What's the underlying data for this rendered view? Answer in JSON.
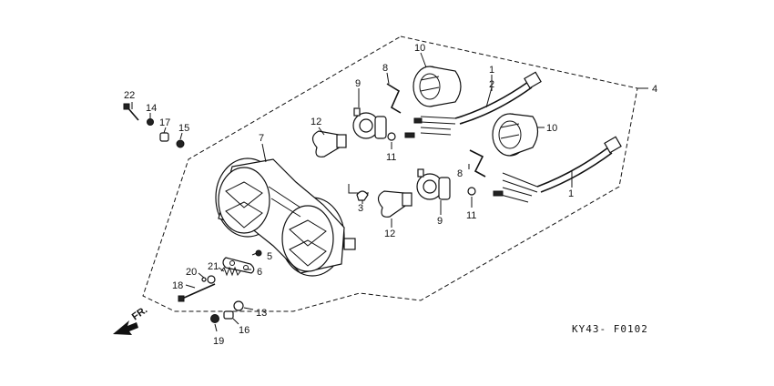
{
  "diagram": {
    "code": "KY43- F0102",
    "front_marker": "FR.",
    "callouts": [
      {
        "id": "c1a",
        "text": "1"
      },
      {
        "id": "c2",
        "text": "2"
      },
      {
        "id": "c4",
        "text": "4"
      },
      {
        "id": "c10a",
        "text": "10"
      },
      {
        "id": "c8a",
        "text": "8"
      },
      {
        "id": "c9a",
        "text": "9"
      },
      {
        "id": "c12a",
        "text": "12"
      },
      {
        "id": "c11a",
        "text": "11"
      },
      {
        "id": "c7",
        "text": "7"
      },
      {
        "id": "c22",
        "text": "22"
      },
      {
        "id": "c14",
        "text": "14"
      },
      {
        "id": "c17",
        "text": "17"
      },
      {
        "id": "c15",
        "text": "15"
      },
      {
        "id": "c10b",
        "text": "10"
      },
      {
        "id": "c8b",
        "text": "8"
      },
      {
        "id": "c1b",
        "text": "1"
      },
      {
        "id": "c3",
        "text": "3"
      },
      {
        "id": "c9b",
        "text": "9"
      },
      {
        "id": "c11b",
        "text": "11"
      },
      {
        "id": "c12b",
        "text": "12"
      },
      {
        "id": "c5",
        "text": "5"
      },
      {
        "id": "c21",
        "text": "21"
      },
      {
        "id": "c6",
        "text": "6"
      },
      {
        "id": "c20",
        "text": "20"
      },
      {
        "id": "c18",
        "text": "18"
      },
      {
        "id": "c13",
        "text": "13"
      },
      {
        "id": "c16",
        "text": "16"
      },
      {
        "id": "c19",
        "text": "19"
      }
    ]
  }
}
